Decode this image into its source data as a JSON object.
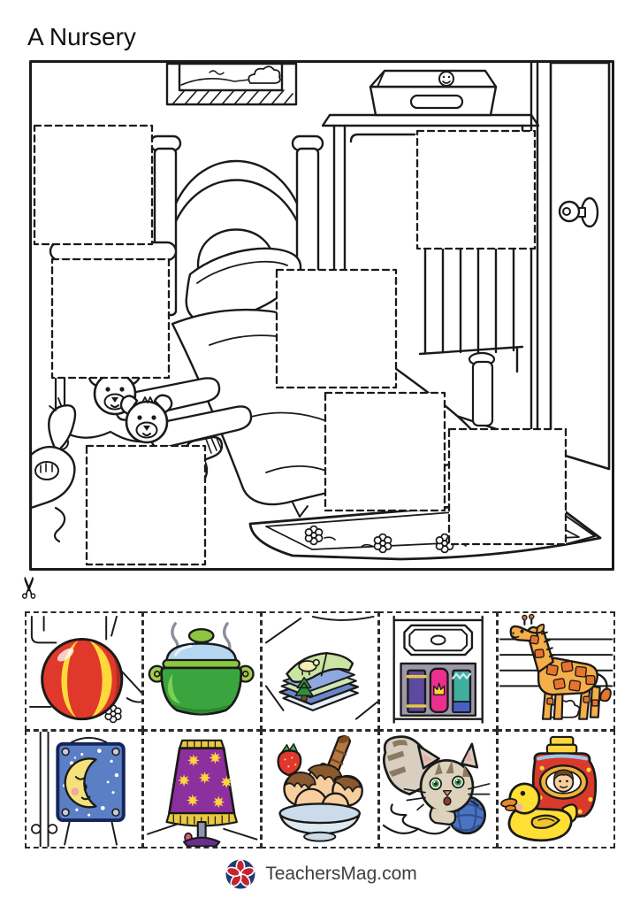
{
  "page": {
    "title": "A Nursery"
  },
  "footer": {
    "brand": "TeachersMag.com"
  },
  "scene": {
    "name": "nursery-coloring-scene",
    "cutout_count": 7,
    "items": [
      "picture-frame",
      "toy-chest",
      "dresser",
      "door",
      "bed",
      "pillow",
      "blanket",
      "crib",
      "puppy-slippers",
      "cat",
      "sock",
      "flower-rug"
    ]
  },
  "cards": [
    {
      "name": "beach-ball"
    },
    {
      "name": "cooking-pot"
    },
    {
      "name": "picture-books"
    },
    {
      "name": "shelf-with-books"
    },
    {
      "name": "giraffe-toy"
    },
    {
      "name": "moon-picture"
    },
    {
      "name": "bedside-lamp"
    },
    {
      "name": "ice-cream-sundae"
    },
    {
      "name": "cat-with-yarn"
    },
    {
      "name": "rubber-duck"
    }
  ],
  "palette": {
    "line": "#1a1a1a",
    "ball_red": "#e0392b",
    "ball_yellow": "#ffd93b",
    "pot_green": "#3aa53f",
    "pot_lid_blue": "#b5d6f0",
    "pot_trim": "#8cc63f",
    "book_blue": "#6b85cc",
    "page_green": "#c9e4a3",
    "tree_green": "#2e8f3a",
    "shelf_gray": "#9e98a8",
    "book_purple": "#5b4a9e",
    "book_pink": "#ea2f8f",
    "book_teal": "#3fae9e",
    "giraffe_body": "#f5ae4a",
    "giraffe_patch": "#e8742c",
    "frame_blue": "#5b7fc4",
    "moon_yellow": "#f5e17a",
    "lamp_purple": "#8e2f9e",
    "lamp_gold": "#e8c93f",
    "star_yellow": "#ffd43f",
    "scoop": "#f7cf9e",
    "chocolate": "#8a5a2e",
    "strawberry": "#e0392b",
    "bowl": "#ccdbe9",
    "cat_fur": "#d8cfc0",
    "cat_stripe": "#8a7a62",
    "yarn_blue": "#4a74c0",
    "duck_yellow": "#ffdf33",
    "toy_red": "#d93a2b",
    "logo_navy": "#1f3a78",
    "logo_red": "#c4242e"
  }
}
